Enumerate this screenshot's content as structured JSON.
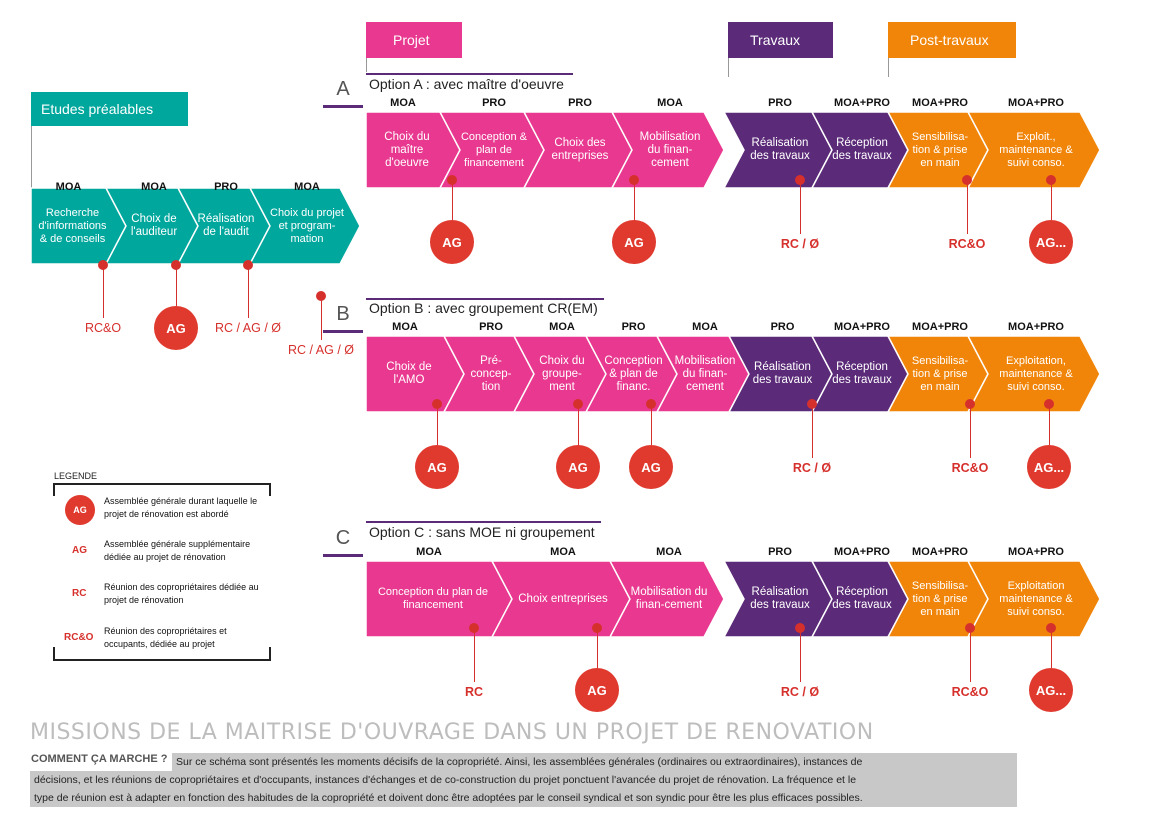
{
  "colors": {
    "teal": "#00a79d",
    "pink": "#e8388f",
    "purple": "#5b2a78",
    "orange": "#f0850a",
    "red": "#e03a2f"
  },
  "phases": {
    "etudes": "Etudes préalables",
    "projet": "Projet",
    "travaux": "Travaux",
    "post": "Post-travaux"
  },
  "etudes": {
    "roles": [
      "MOA",
      "MOA",
      "PRO",
      "MOA"
    ],
    "steps": [
      "Recherche d'informations & de conseils",
      "Choix de l'auditeur",
      "Réalisation de l'audit",
      "Choix du projet et program-mation"
    ],
    "markers": [
      "RC&O",
      "AG",
      "RC / AG / Ø",
      "RC / AG / Ø"
    ]
  },
  "optionA": {
    "letter": "A",
    "title": "Option A : avec maître d'oeuvre",
    "roles": [
      "MOA",
      "PRO",
      "PRO",
      "MOA",
      "PRO",
      "MOA+PRO",
      "MOA+PRO",
      "MOA+PRO"
    ],
    "steps": [
      "Choix du maître d'oeuvre",
      "Conception & plan de financement",
      "Choix des entreprises",
      "Mobilisation du finan-cement",
      "Réalisation des travaux",
      "Réception des travaux",
      "Sensibilisa-tion & prise en main",
      "Exploit., maintenance & suivi conso."
    ],
    "markers": [
      "AG",
      "AG",
      "RC / Ø",
      "RC&O",
      "AG..."
    ]
  },
  "optionB": {
    "letter": "B",
    "title": "Option B : avec groupement CR(EM)",
    "roles": [
      "MOA",
      "PRO",
      "MOA",
      "PRO",
      "MOA",
      "PRO",
      "MOA+PRO",
      "MOA+PRO",
      "MOA+PRO"
    ],
    "steps": [
      "Choix de l'AMO",
      "Pré-concep-tion",
      "Choix du groupe-ment",
      "Conception & plan de financ.",
      "Mobilisation du finan-cement",
      "Réalisation des travaux",
      "Réception des travaux",
      "Sensibilisa-tion & prise en main",
      "Exploitation, maintenance & suivi conso."
    ],
    "markers": [
      "AG",
      "AG",
      "AG",
      "RC / Ø",
      "RC&O",
      "AG..."
    ]
  },
  "optionC": {
    "letter": "C",
    "title": "Option C : sans MOE ni groupement",
    "roles": [
      "MOA",
      "MOA",
      "MOA",
      "PRO",
      "MOA+PRO",
      "MOA+PRO",
      "MOA+PRO"
    ],
    "steps": [
      "Conception du plan de financement",
      "Choix entreprises",
      "Mobilisation du finan-cement",
      "Réalisation des travaux",
      "Réception des travaux",
      "Sensibilisa-tion & prise en main",
      "Exploitation maintenance & suivi conso."
    ],
    "markers": [
      "RC",
      "AG",
      "RC / Ø",
      "RC&O",
      "AG..."
    ]
  },
  "legend": {
    "title": "LEGENDE",
    "items": [
      {
        "sym": "AG",
        "text": "Assemblée générale durant laquelle le projet de rénovation est abordé"
      },
      {
        "sym": "AG",
        "text": "Assemblée générale supplémentaire dédiée au projet de rénovation"
      },
      {
        "sym": "RC",
        "text": "Réunion des copropriétaires dédiée au projet de rénovation"
      },
      {
        "sym": "RC&O",
        "text": "Réunion des copropriétaires et occupants, dédiée au projet"
      }
    ]
  },
  "footer": {
    "heading": "MISSIONS DE LA MAITRISE D'OUVRAGE DANS UN PROJET DE RENOVATION",
    "subheading": "COMMENT ÇA MARCHE ?",
    "line1": "Sur ce schéma sont présentés les moments décisifs de la copropriété. Ainsi, les assemblées générales (ordinaires ou extraordinaires), instances de",
    "line2": "décisions, et les réunions de copropriétaires et d'occupants, instances d'échanges et de co-construction du projet ponctuent l'avancée du projet de rénovation. La fréquence et le",
    "line3": "type de réunion est à adapter en fonction des habitudes de la copropriété et doivent donc être adoptées par le conseil syndical et son syndic pour être les plus efficaces possibles."
  }
}
